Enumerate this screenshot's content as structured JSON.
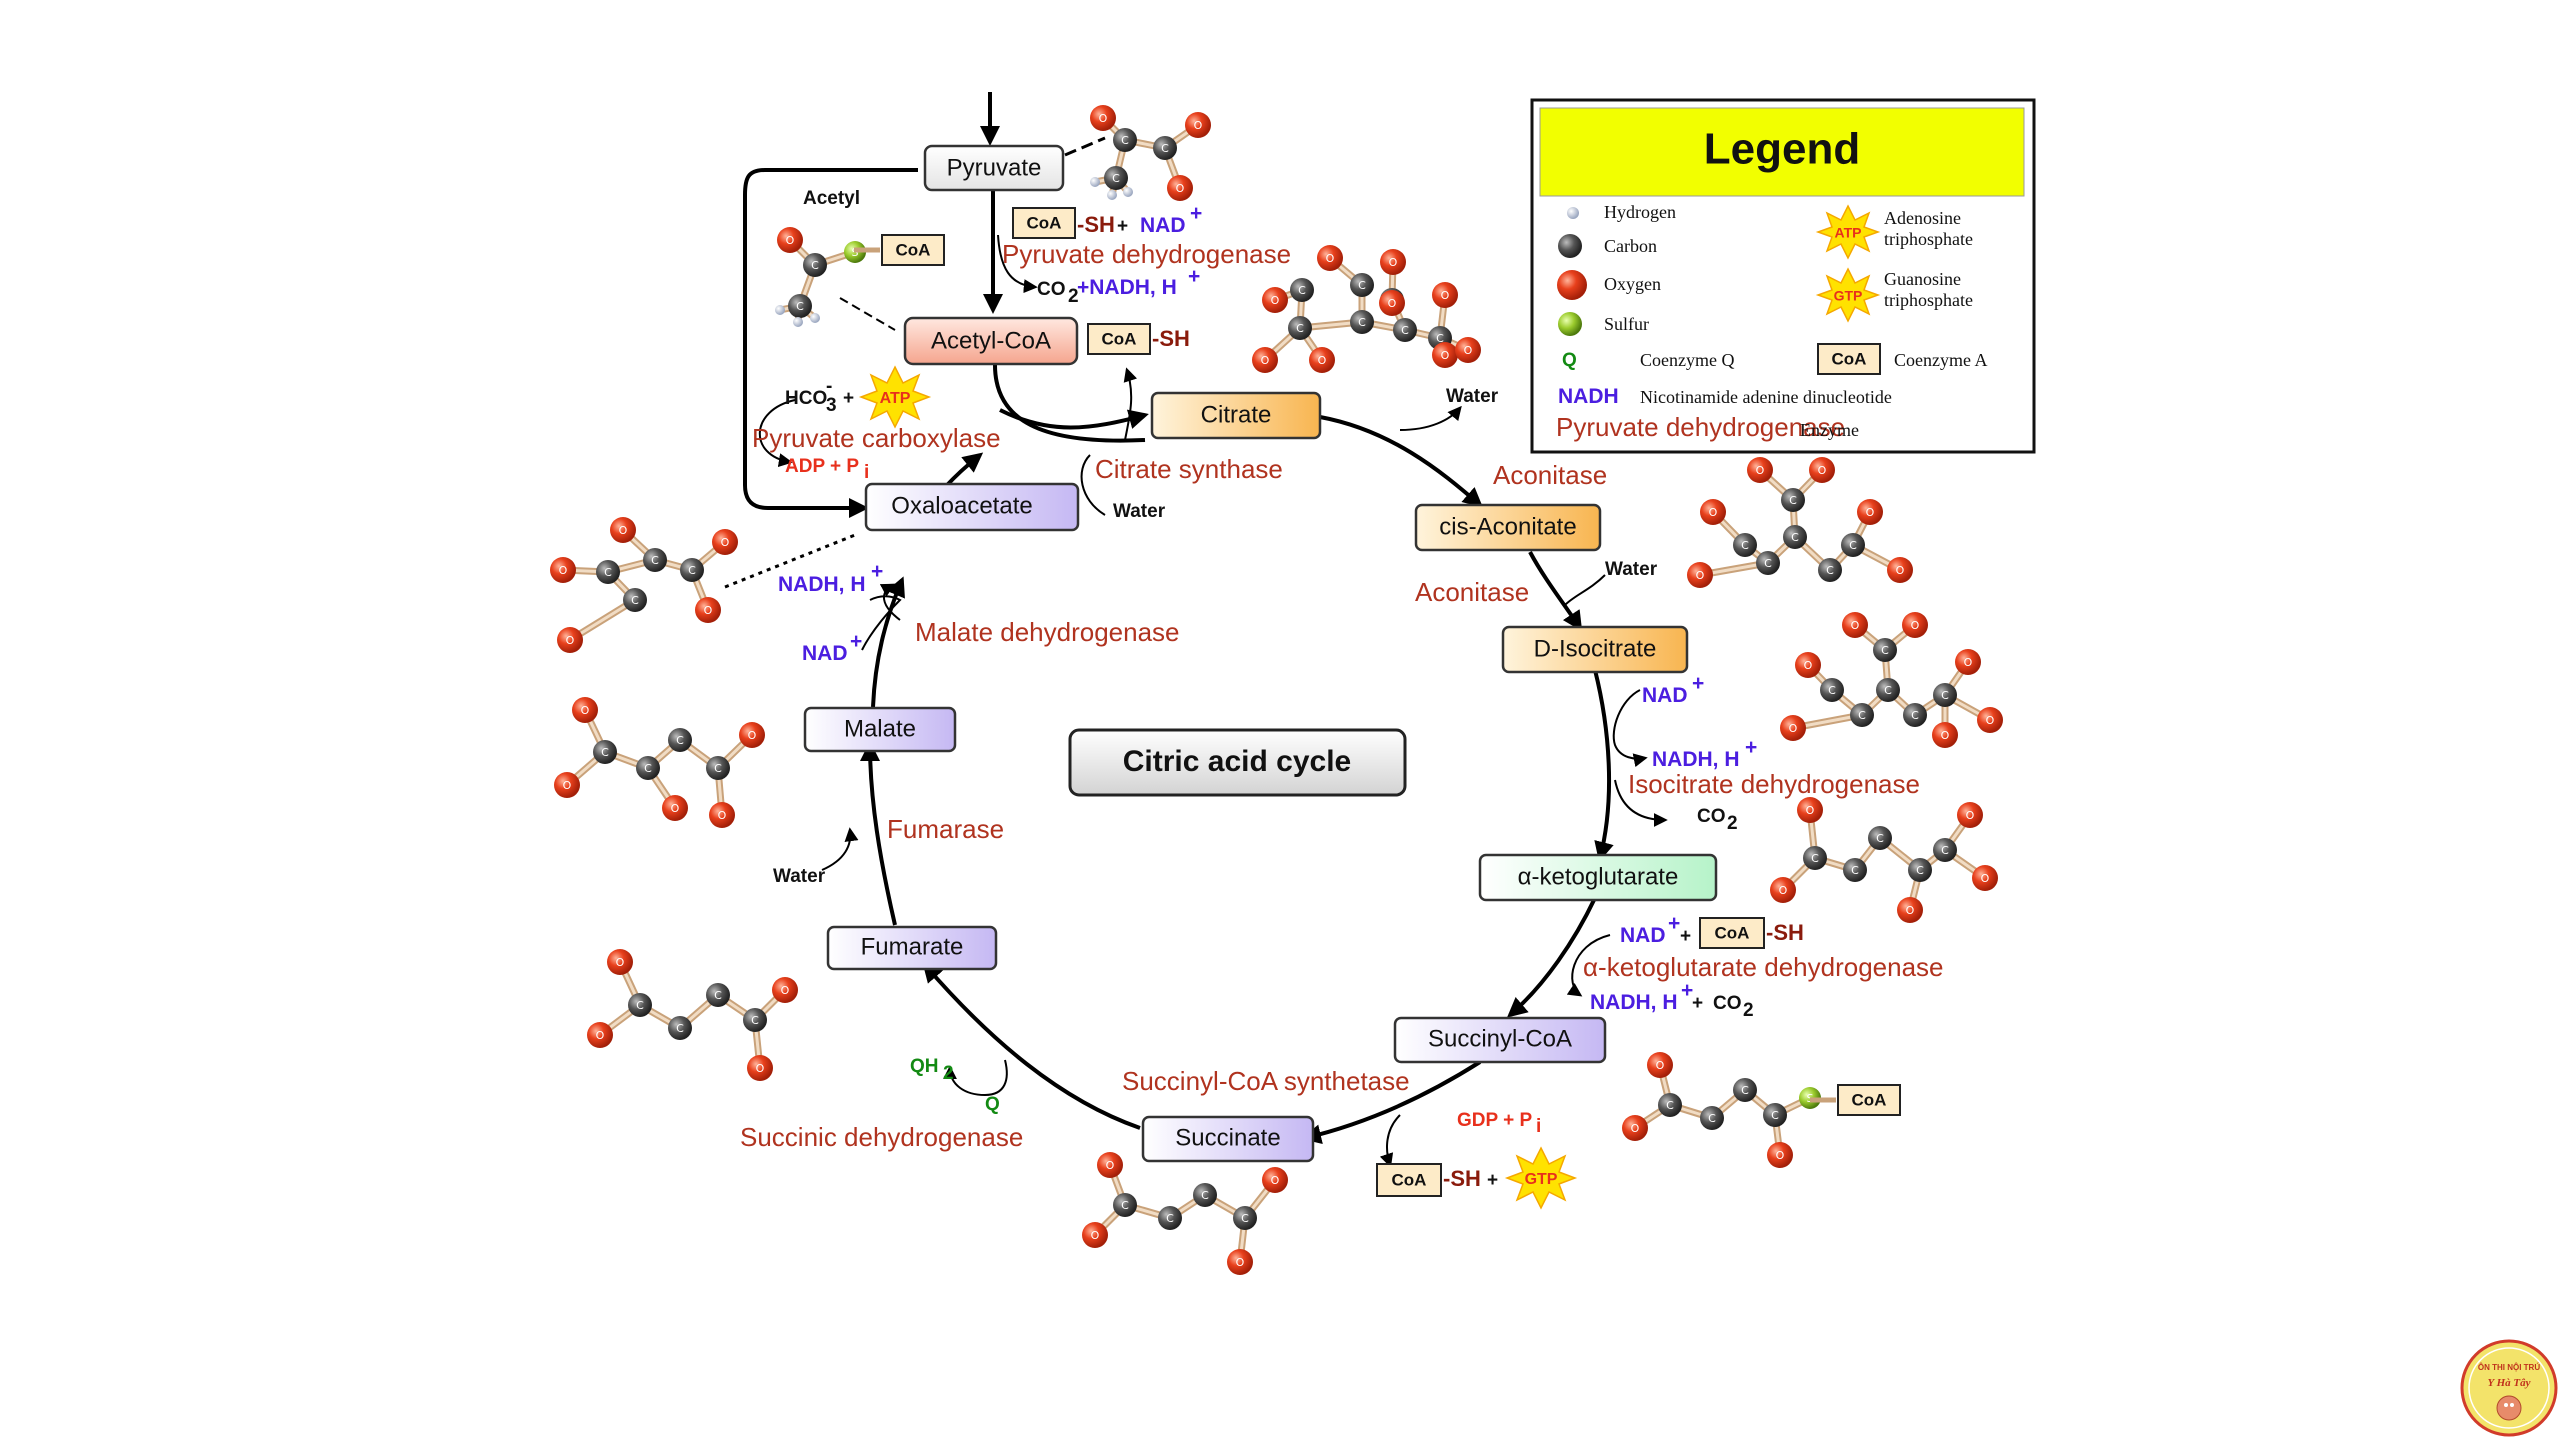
{
  "title": "Citric acid cycle",
  "metabolites": {
    "pyruvate": "Pyruvate",
    "acetyl_coa": "Acetyl-CoA",
    "citrate": "Citrate",
    "cis_aconitate": "cis-Aconitate",
    "d_isocitrate": "D-Isocitrate",
    "alpha_kg": "α-ketoglutarate",
    "succinyl_coa": "Succinyl-CoA",
    "succinate": "Succinate",
    "fumarate": "Fumarate",
    "malate": "Malate",
    "oxaloacetate": "Oxaloacetate"
  },
  "enzymes": {
    "pdh": "Pyruvate dehydrogenase",
    "pyruvate_carboxylase": "Pyruvate carboxylase",
    "citrate_synthase": "Citrate synthase",
    "aconitase_1": "Aconitase",
    "aconitase_2": "Aconitase",
    "idh": "Isocitrate dehydrogenase",
    "akgdh": "α-ketoglutarate dehydrogenase",
    "scs": "Succinyl-CoA synthetase",
    "sdh": "Succinic dehydrogenase",
    "fumarase": "Fumarase",
    "mdh": "Malate dehydrogenase"
  },
  "labels": {
    "acetyl": "Acetyl",
    "coa": "CoA",
    "sh": "-SH",
    "plus": "+",
    "nad": "NAD",
    "nad_plus": "+",
    "nadh_h": "NADH, H",
    "h_plus": "+",
    "co2": "CO",
    "sub2": "2",
    "water": "Water",
    "hco3": "HCO",
    "hco3_sub": "3",
    "hco3_sup": "-",
    "atp": "ATP",
    "gtp": "GTP",
    "adp_pi": "ADP + P",
    "gdp_pi": "GDP + P",
    "pi_sub": "i",
    "qh2": "QH",
    "q": "Q",
    "co2_nadh": "CO",
    "co2_nadh_rest": "+NADH, H"
  },
  "legend": {
    "title": "Legend",
    "hydrogen": "Hydrogen",
    "carbon": "Carbon",
    "oxygen": "Oxygen",
    "sulfur": "Sulfur",
    "coenzyme_q_symbol": "Q",
    "coenzyme_q": "Coenzyme Q",
    "nadh_symbol": "NADH",
    "nadh": "Nicotinamide adenine dinucleotide",
    "enzyme_sample": "Pyruvate dehydrogenase",
    "enzyme": "Enzyme",
    "atp_line1": "Adenosine",
    "atp_line2": "triphosphate",
    "gtp_line1": "Guanosine",
    "gtp_line2": "triphosphate",
    "coa_symbol": "CoA",
    "coenzyme_a": "Coenzyme A"
  },
  "atom_labels": {
    "c": "C",
    "o": "O",
    "s": "S"
  },
  "badge": {
    "line1": "ÔN THI NỘI TRÚ",
    "line2": "Y Hà Tây"
  },
  "colors": {
    "oxygen": "#e8401c",
    "carbon": "#555555",
    "hydrogen": "#c9d3e6",
    "sulfur": "#9ccc2e",
    "enzyme_text": "#b0331f",
    "nadh_text": "#4b1ee0",
    "legend_bg": "#f2ff00",
    "badge_bg": "#f3e36a"
  }
}
